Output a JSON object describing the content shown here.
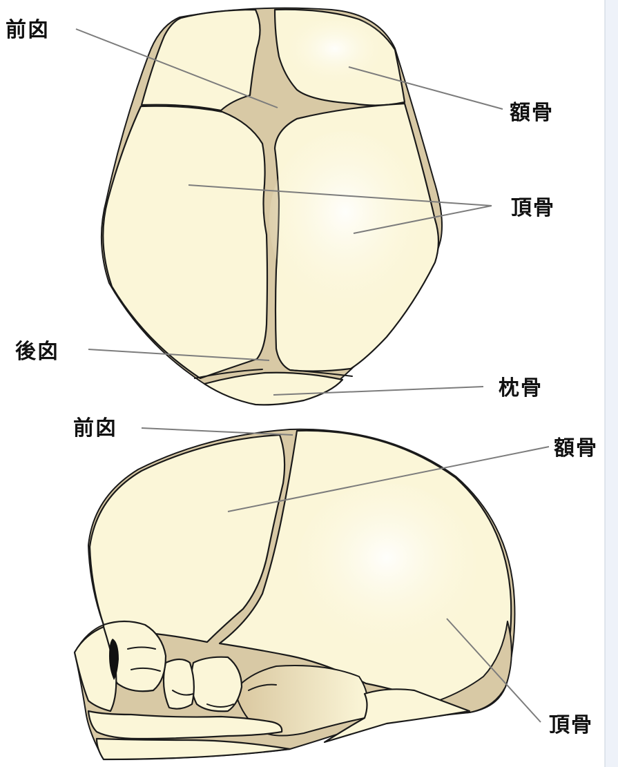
{
  "colors": {
    "bone": "#fbf6d8",
    "suture": "#d8c9a5",
    "outline": "#1a1a1a",
    "leader_line": "#7c7c7c",
    "side_strip": "#eef2f9"
  },
  "top_view": {
    "anterior_fontanelle": "前囟",
    "frontal_bone": "額骨",
    "parietal_bone": "頂骨",
    "posterior_fontanelle": "後囟",
    "occipital_bone": "枕骨"
  },
  "side_view": {
    "anterior_fontanelle": "前囟",
    "frontal_bone": "額骨",
    "parietal_bone": "頂骨"
  }
}
